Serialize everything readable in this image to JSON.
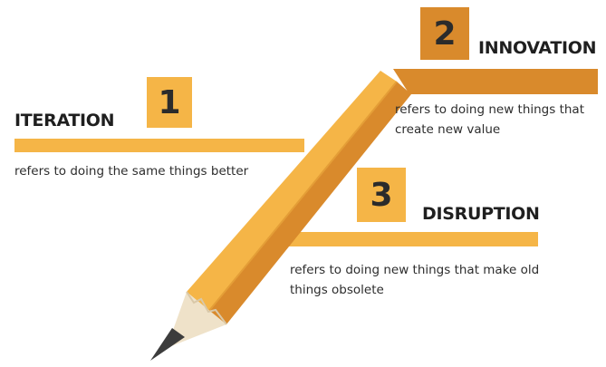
{
  "colors": {
    "accent_light": "#f5b547",
    "accent_dark": "#d98a2c",
    "accent_box_dark": "#d98a2c",
    "pencil_wood": "#efe2c9",
    "pencil_lead": "#3c3c3c"
  },
  "items": [
    {
      "number": "1",
      "title": "ITERATION",
      "description": "refers to doing the same things better"
    },
    {
      "number": "2",
      "title": "INNOVATION",
      "description": "refers to doing new things that create new value"
    },
    {
      "number": "3",
      "title": "DISRUPTION",
      "description": "refers to doing new things that make old things obsolete"
    }
  ]
}
